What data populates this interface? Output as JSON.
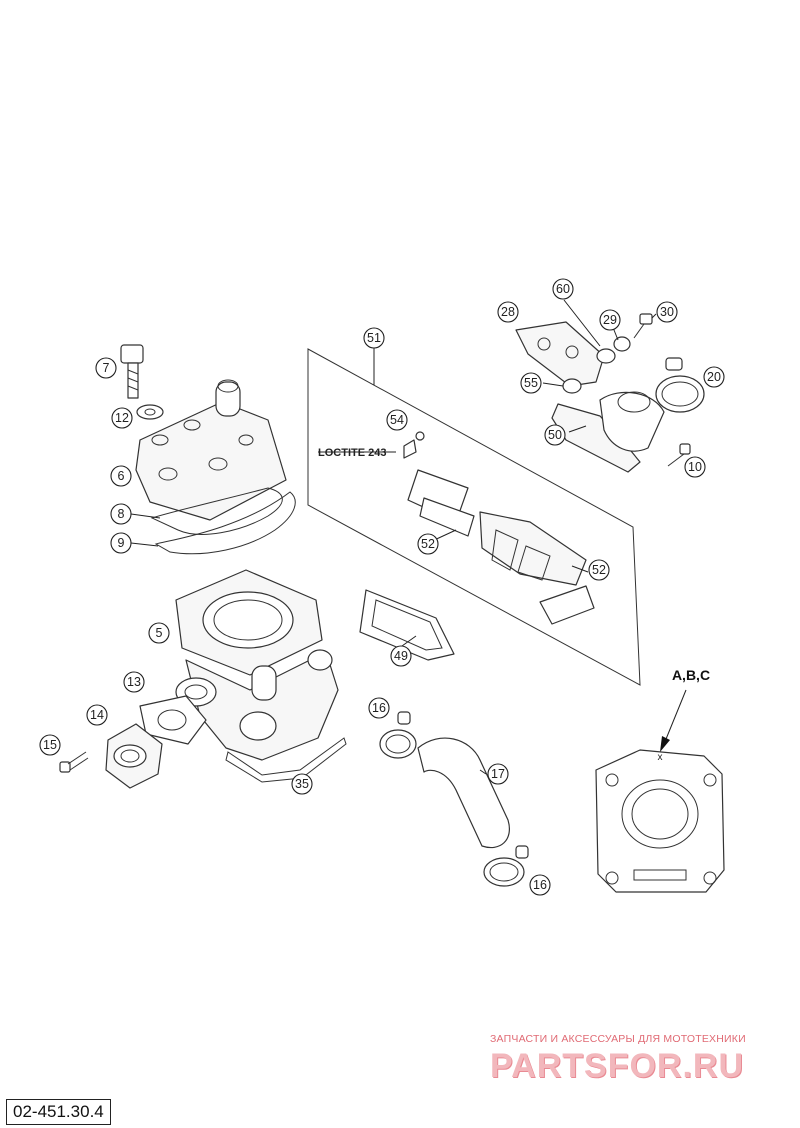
{
  "diagram": {
    "callouts": [
      "7",
      "12",
      "6",
      "8",
      "9",
      "5",
      "13",
      "14",
      "15",
      "35",
      "51",
      "54",
      "52",
      "52",
      "49",
      "28",
      "60",
      "29",
      "30",
      "55",
      "20",
      "50",
      "10",
      "16",
      "17",
      "16"
    ],
    "loctite_label": "LOCTITE 243",
    "view_label": "A,B,C",
    "view_mark": "x"
  },
  "reference_number": "02-451.30.4",
  "watermark": {
    "tagline": "ЗАПЧАСТИ И АКСЕССУАРЫ ДЛЯ МОТОТЕХНИКИ",
    "logo": "PARTSFOR.RU"
  }
}
